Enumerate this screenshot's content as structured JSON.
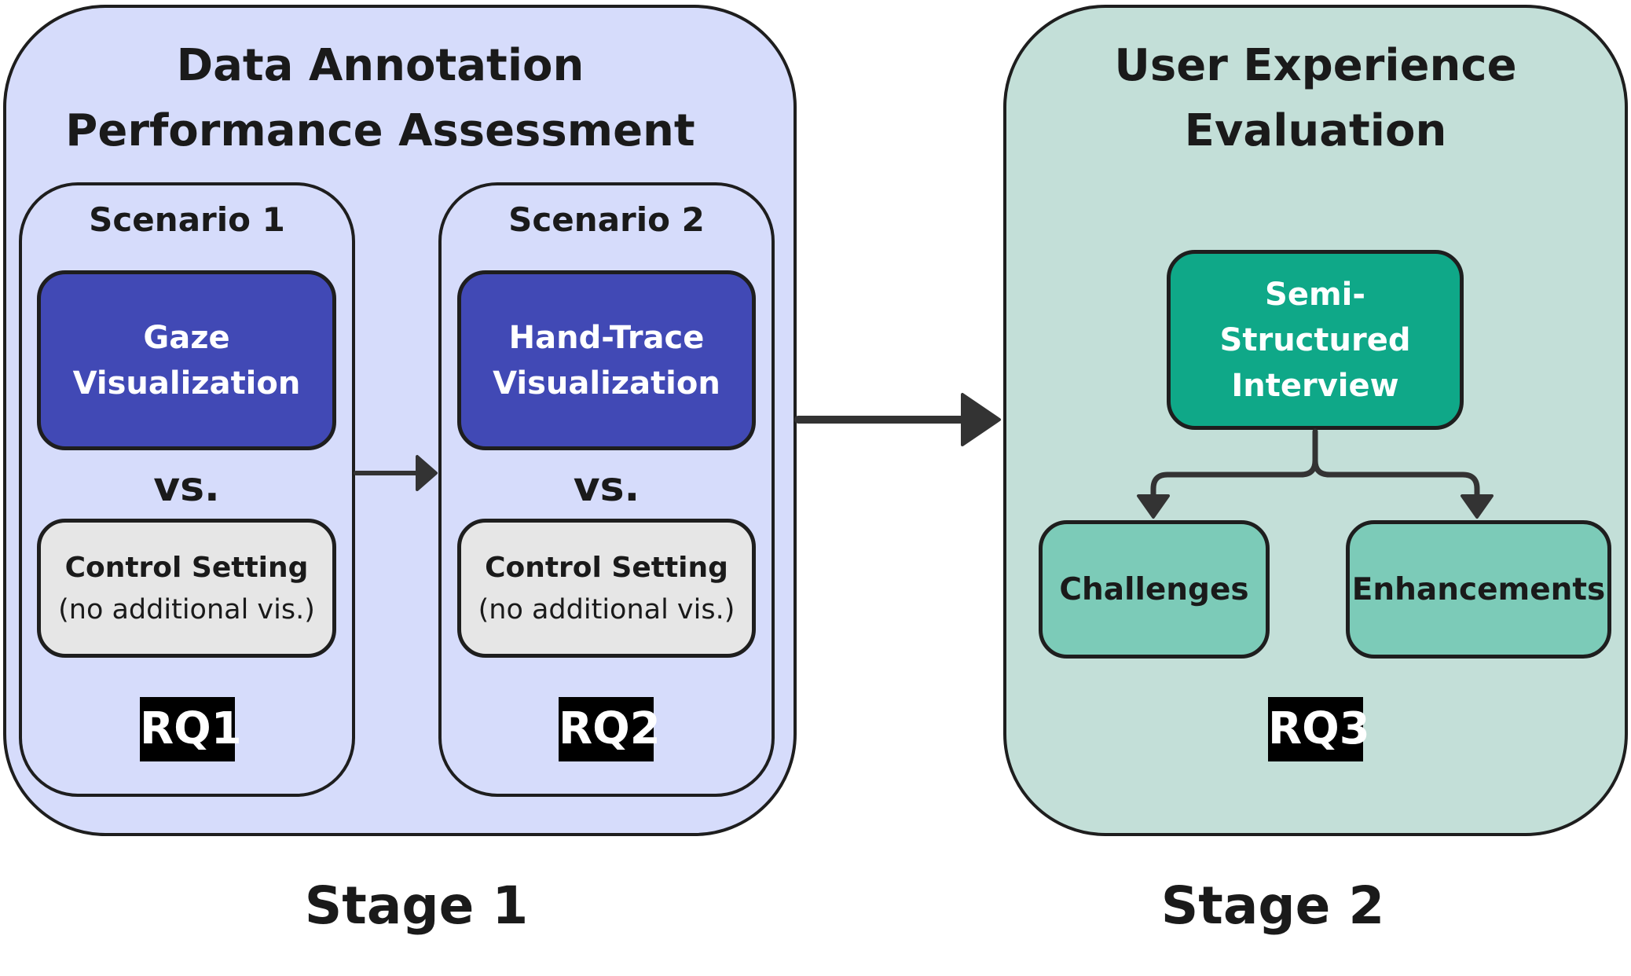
{
  "stage1": {
    "title_line1": "Data Annotation",
    "title_line2": "Performance Assessment",
    "label": "Stage 1",
    "scenarios": [
      {
        "title": "Scenario 1",
        "vis_line1": "Gaze",
        "vis_line2": "Visualization",
        "vs": "vs.",
        "control_title": "Control Setting",
        "control_note": "(no additional vis.)",
        "rq": "RQ1"
      },
      {
        "title": "Scenario 2",
        "vis_line1": "Hand-Trace",
        "vis_line2": "Visualization",
        "vs": "vs.",
        "control_title": "Control Setting",
        "control_note": "(no additional vis.)",
        "rq": "RQ2"
      }
    ]
  },
  "stage2": {
    "title_line1": "User Experience",
    "title_line2": "Evaluation",
    "label": "Stage 2",
    "main_line1": "Semi-Structured",
    "main_line2": "Interview",
    "branches": [
      "Challenges",
      "Enhancements"
    ],
    "rq": "RQ3"
  },
  "colors": {
    "stage1_bg": "#d6dcfb",
    "stage2_bg": "#c3dfd8",
    "visualization_box": "#4149b5",
    "control_box": "#e6e6e6",
    "interview_box": "#0fa888",
    "branch_box": "#7ccbb8",
    "rq_badge": "#000000",
    "stroke": "#1e1e1e"
  }
}
